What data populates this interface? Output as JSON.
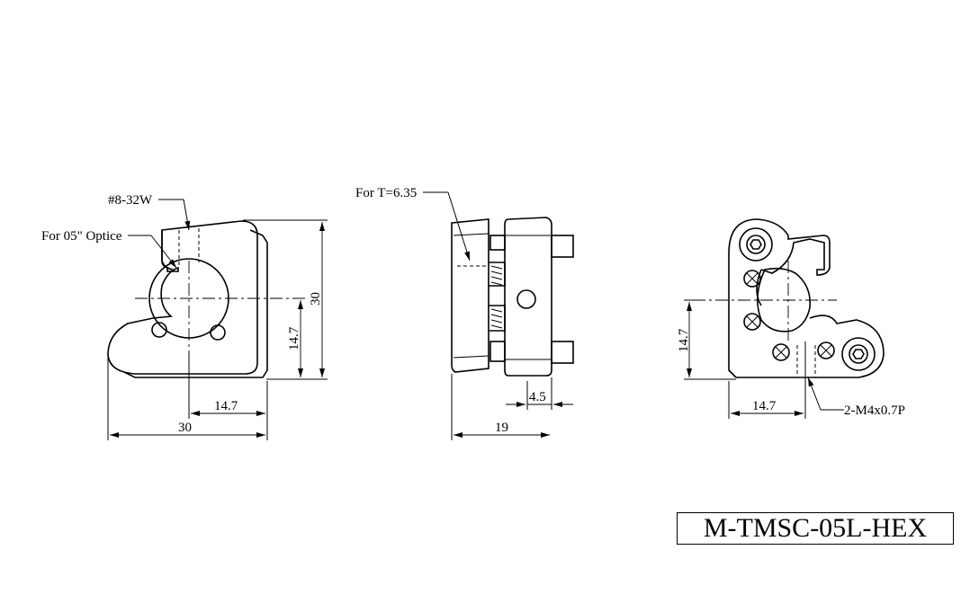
{
  "drawing": {
    "part_number": "M-TMSC-05L-HEX",
    "front_view": {
      "callout_thread": "#8-32W",
      "callout_optic": "For 05\" Optice",
      "dim_height": "30",
      "dim_center_height": "14.7",
      "dim_center_width": "14.7",
      "dim_width": "30"
    },
    "side_view": {
      "callout_thickness": "For T=6.35",
      "dim_offset": "4.5",
      "dim_depth": "19"
    },
    "rear_view": {
      "dim_center_height": "14.7",
      "dim_center_width": "14.7",
      "callout_thread": "2-M4x0.7P"
    }
  },
  "colors": {
    "line": "#000000",
    "background": "#ffffff"
  }
}
